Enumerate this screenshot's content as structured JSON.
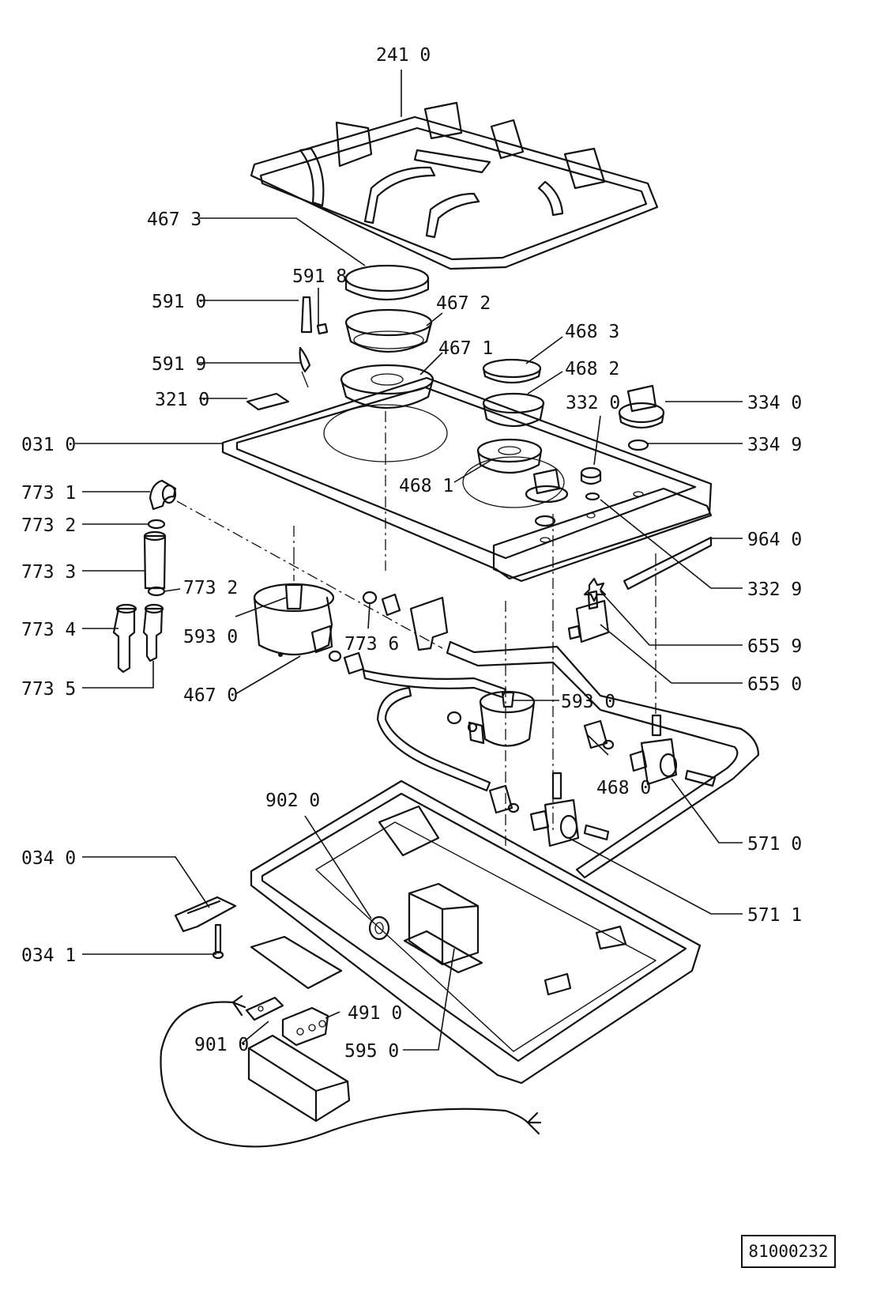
{
  "drawing_number": "81000232",
  "callouts": [
    {
      "id": "241",
      "variant": "0"
    },
    {
      "id": "467",
      "variant": "3"
    },
    {
      "id": "591",
      "variant": "8"
    },
    {
      "id": "591",
      "variant": "0"
    },
    {
      "id": "467",
      "variant": "2"
    },
    {
      "id": "468",
      "variant": "3"
    },
    {
      "id": "467",
      "variant": "1"
    },
    {
      "id": "591",
      "variant": "9"
    },
    {
      "id": "468",
      "variant": "2"
    },
    {
      "id": "332",
      "variant": "0"
    },
    {
      "id": "334",
      "variant": "0"
    },
    {
      "id": "321",
      "variant": "0"
    },
    {
      "id": "031",
      "variant": "0"
    },
    {
      "id": "334",
      "variant": "9"
    },
    {
      "id": "468",
      "variant": "1"
    },
    {
      "id": "773",
      "variant": "1"
    },
    {
      "id": "773",
      "variant": "2"
    },
    {
      "id": "964",
      "variant": "0"
    },
    {
      "id": "773",
      "variant": "3"
    },
    {
      "id": "773",
      "variant": "2"
    },
    {
      "id": "332",
      "variant": "9"
    },
    {
      "id": "773",
      "variant": "4"
    },
    {
      "id": "593",
      "variant": "0"
    },
    {
      "id": "773",
      "variant": "6"
    },
    {
      "id": "655",
      "variant": "9"
    },
    {
      "id": "773",
      "variant": "5"
    },
    {
      "id": "467",
      "variant": "0"
    },
    {
      "id": "655",
      "variant": "0"
    },
    {
      "id": "593",
      "variant": "0"
    },
    {
      "id": "468",
      "variant": "0"
    },
    {
      "id": "902",
      "variant": "0"
    },
    {
      "id": "571",
      "variant": "0"
    },
    {
      "id": "034",
      "variant": "0"
    },
    {
      "id": "571",
      "variant": "1"
    },
    {
      "id": "034",
      "variant": "1"
    },
    {
      "id": "491",
      "variant": "0"
    },
    {
      "id": "901",
      "variant": "0"
    },
    {
      "id": "595",
      "variant": "0"
    }
  ]
}
